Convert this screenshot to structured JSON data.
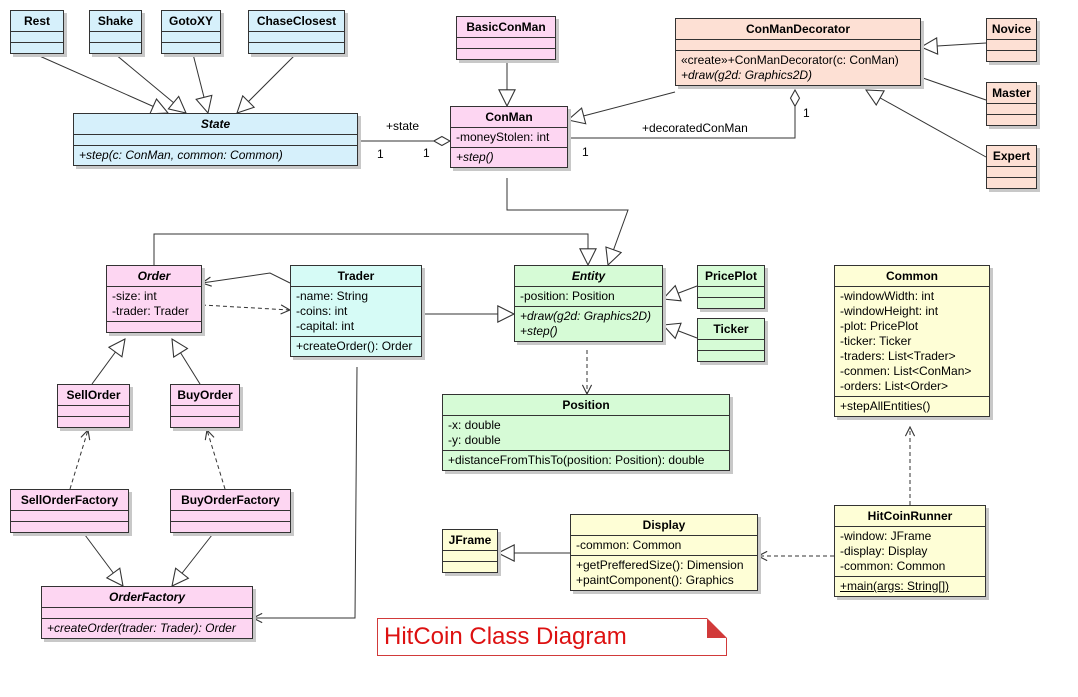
{
  "title": "HitCoin Class Diagram",
  "classes": {
    "rest": {
      "name": "Rest"
    },
    "shake": {
      "name": "Shake"
    },
    "gotoxy": {
      "name": "GotoXY"
    },
    "chaseclosest": {
      "name": "ChaseClosest"
    },
    "state": {
      "name": "State",
      "ops": [
        "+step(c: ConMan, common: Common)"
      ]
    },
    "basicconman": {
      "name": "BasicConMan"
    },
    "conman": {
      "name": "ConMan",
      "attrs": [
        "-moneyStolen: int"
      ],
      "ops": [
        "+step()"
      ]
    },
    "conmandecorator": {
      "name": "ConManDecorator",
      "ops": [
        "«create»+ConManDecorator(c: ConMan)",
        "+draw(g2d: Graphics2D)"
      ]
    },
    "novice": {
      "name": "Novice"
    },
    "master": {
      "name": "Master"
    },
    "expert": {
      "name": "Expert"
    },
    "order": {
      "name": "Order",
      "attrs": [
        "-size: int",
        "-trader: Trader"
      ]
    },
    "trader": {
      "name": "Trader",
      "attrs": [
        "-name: String",
        "-coins: int",
        "-capital: int"
      ],
      "ops": [
        "+createOrder(): Order"
      ]
    },
    "entity": {
      "name": "Entity",
      "attrs": [
        "-position: Position"
      ],
      "ops": [
        "+draw(g2d: Graphics2D)",
        "+step()"
      ]
    },
    "priceplot": {
      "name": "PricePlot"
    },
    "ticker": {
      "name": "Ticker"
    },
    "common": {
      "name": "Common",
      "attrs": [
        "-windowWidth: int",
        "-windowHeight: int",
        "-plot: PricePlot",
        "-ticker: Ticker",
        "-traders: List<Trader>",
        "-conmen: List<ConMan>",
        "-orders: List<Order>"
      ],
      "ops": [
        "+stepAllEntities()"
      ]
    },
    "position": {
      "name": "Position",
      "attrs": [
        "-x: double",
        "-y: double"
      ],
      "ops": [
        "+distanceFromThisTo(position: Position): double"
      ]
    },
    "sellorder": {
      "name": "SellOrder"
    },
    "buyorder": {
      "name": "BuyOrder"
    },
    "sellorderfactory": {
      "name": "SellOrderFactory"
    },
    "buyorderfactory": {
      "name": "BuyOrderFactory"
    },
    "orderfactory": {
      "name": "OrderFactory",
      "ops": [
        "+createOrder(trader: Trader): Order"
      ]
    },
    "jframe": {
      "name": "JFrame"
    },
    "display": {
      "name": "Display",
      "attrs": [
        "-common: Common"
      ],
      "ops": [
        "+getPrefferedSize(): Dimension",
        "+paintComponent(): Graphics"
      ]
    },
    "hitcoinrunner": {
      "name": "HitCoinRunner",
      "attrs": [
        "-window: JFrame",
        "-display: Display",
        "-common: Common"
      ],
      "ops": [
        "+main(args: String[])"
      ]
    }
  },
  "labels": {
    "state_role": "+state",
    "state_mult_a": "1",
    "state_mult_b": "1",
    "decorated_role": "+decoratedConMan",
    "decorated_mult_a": "1",
    "decorated_mult_b": "1"
  }
}
